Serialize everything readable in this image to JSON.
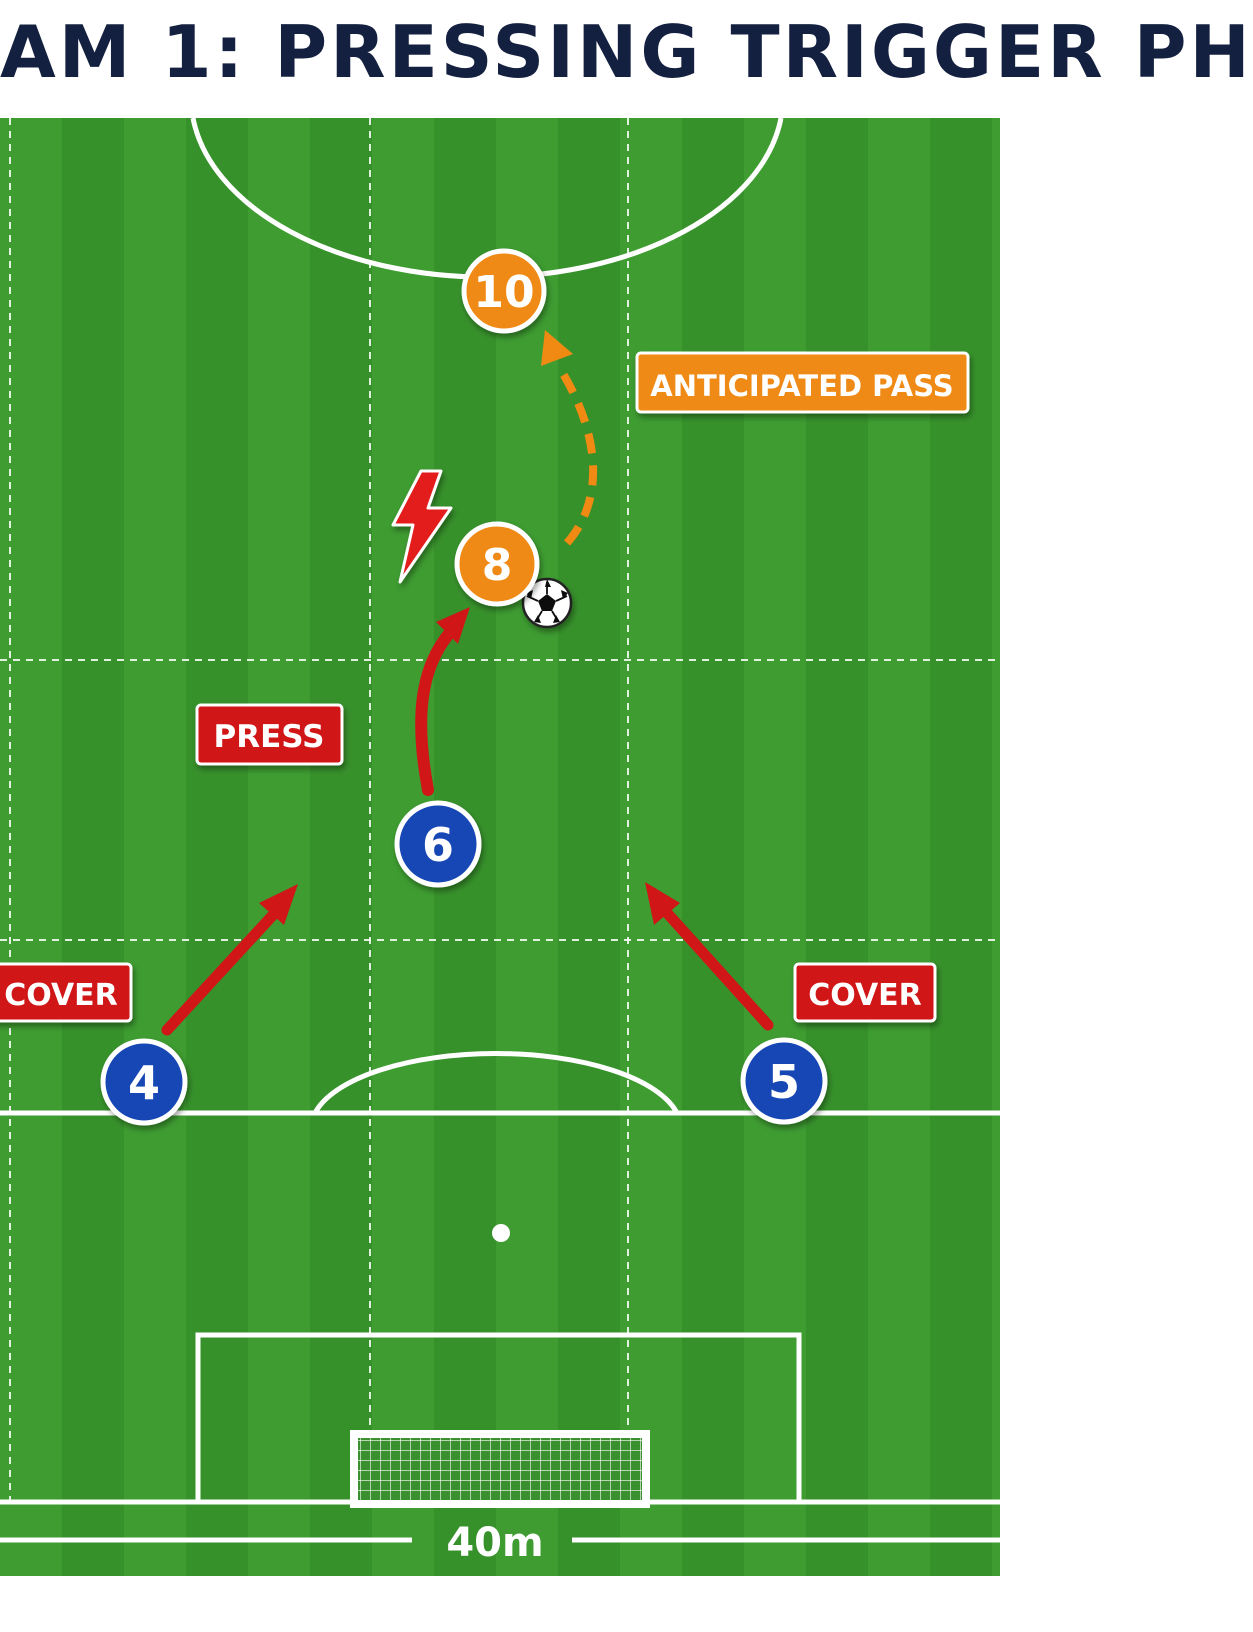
{
  "title": "AM 1: PRESSING TRIGGER PH",
  "colors": {
    "grass_light": "#3e9c31",
    "grass_dark": "#37912b",
    "lines": "#ffffff",
    "team_blue": "#1747b5",
    "opponent_orange": "#f08a12",
    "press_red": "#d01616",
    "title_navy": "#14203f"
  },
  "players": {
    "opponent_10": {
      "number": "10",
      "team": "opponent"
    },
    "opponent_8": {
      "number": "8",
      "team": "opponent",
      "has_ball": true
    },
    "defender_6": {
      "number": "6",
      "team": "defending"
    },
    "defender_4": {
      "number": "4",
      "team": "defending"
    },
    "defender_5": {
      "number": "5",
      "team": "defending"
    }
  },
  "labels": {
    "anticipated_pass": "ANTICIPATED PASS",
    "press": "PRESS",
    "cover_left": "COVER",
    "cover_right": "COVER",
    "width": "40m"
  },
  "icons": {
    "trigger": "lightning-bolt-icon",
    "ball": "soccer-ball-icon"
  }
}
